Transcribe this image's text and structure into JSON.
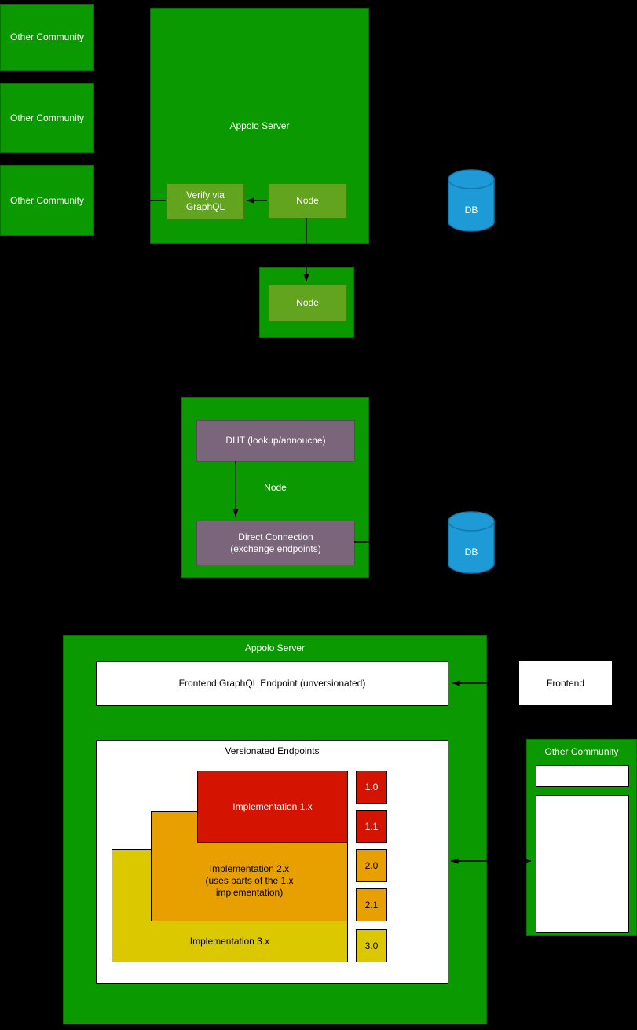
{
  "colors": {
    "background": "#000000",
    "green_dark": "#0a9a00",
    "green_light": "#62a41d",
    "purple": "#7a657a",
    "blue": "#1e9bd7",
    "red": "#d41400",
    "orange": "#e8a000",
    "yellow": "#dcc800",
    "white": "#ffffff",
    "arrow": "#000000"
  },
  "left_communities": [
    {
      "label": "Other Community"
    },
    {
      "label": "Other Community"
    },
    {
      "label": "Other Community"
    }
  ],
  "top_server": {
    "title": "Appolo Server",
    "verify_label": "Verify via\nGraphQL",
    "node_label": "Node"
  },
  "relay": {
    "node_label": "Node"
  },
  "db_top": {
    "label": "DB"
  },
  "p2p": {
    "node_label": "Node",
    "dht_label": "DHT (lookup/annoucne)",
    "direct_label": "Direct Connection\n(exchange endpoints)"
  },
  "db_mid": {
    "label": "DB"
  },
  "bottom_server": {
    "title": "Appolo Server",
    "frontend_endpoint_label": "Frontend GraphQL Endpoint (unversionated)",
    "versionated": {
      "title": "Versionated Endpoints",
      "impl1_label": "Implementation 1.x",
      "impl2_label": "Implementation 2.x\n(uses parts of the 1.x\nimplementation)",
      "impl3_label": "Implementation 3.x",
      "versions": [
        {
          "label": "1.0"
        },
        {
          "label": "1.1"
        },
        {
          "label": "2.0"
        },
        {
          "label": "2.1"
        },
        {
          "label": "3.0"
        }
      ]
    }
  },
  "frontend": {
    "label": "Frontend"
  },
  "right_community": {
    "title": "Other Community"
  }
}
